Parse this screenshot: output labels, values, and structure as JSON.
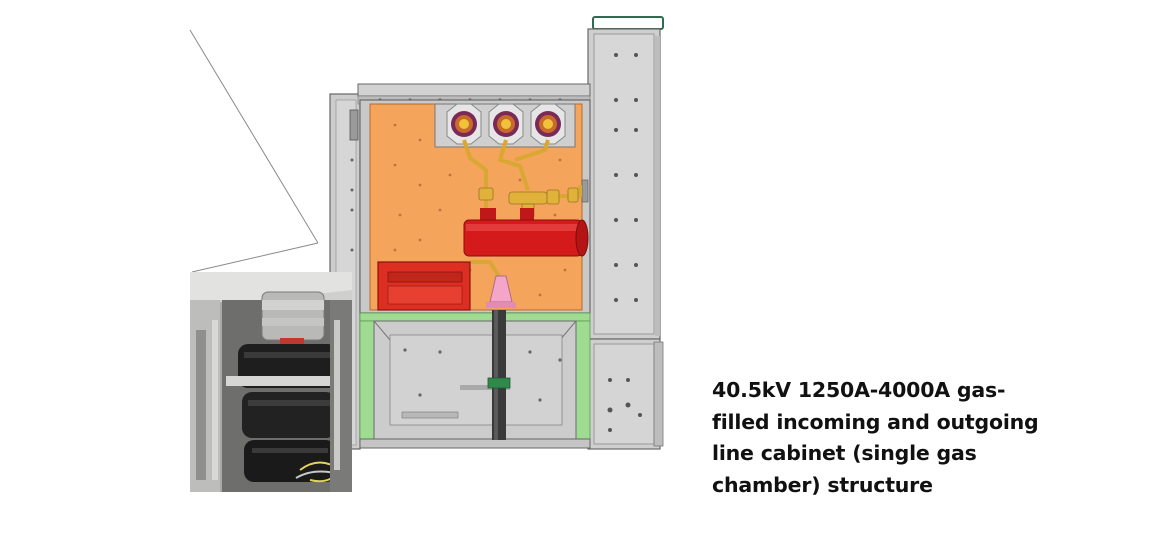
{
  "caption": {
    "line1": "40.5kV 1250A-4000A gas-",
    "line2": "filled incoming and outgoing",
    "line3": "line cabinet (single gas",
    "line4": "chamber) structure"
  },
  "colors": {
    "gas_chamber": "#f5a45c",
    "busbar_red": "#d41a1a",
    "brass": "#d9a832",
    "frame_gray": "#c9c9c9",
    "frame_green": "#9fdc91",
    "insulator_pink": "#f4a6c8",
    "bushing_purple": "#7a2a58"
  }
}
